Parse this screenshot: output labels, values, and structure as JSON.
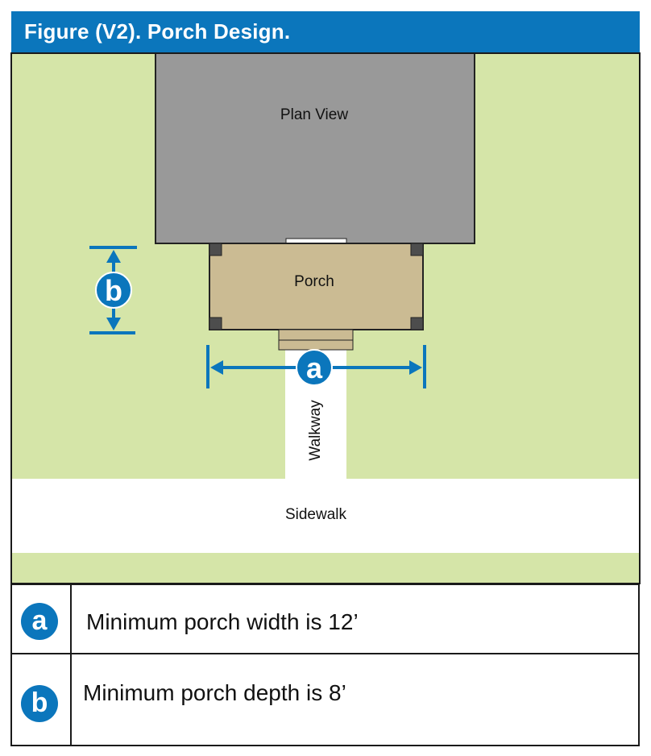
{
  "title": "Figure (V2). Porch Design.",
  "diagram": {
    "house_label": "Plan View",
    "porch_label": "Porch",
    "walkway_label": "Walkway",
    "sidewalk_label": "Sidewalk",
    "dimension_a_letter": "a",
    "dimension_b_letter": "b"
  },
  "legend": {
    "rows": [
      {
        "letter": "a",
        "text": "Minimum porch width is 12’"
      },
      {
        "letter": "b",
        "text": "Minimum porch depth is 8’"
      }
    ]
  },
  "colors": {
    "accent_blue": "#0b76bc",
    "lawn_green": "#d5e5a8",
    "house_gray": "#999999",
    "porch_tan": "#cbbb93",
    "post_dark": "#4d4d4d",
    "sidewalk_white": "#ffffff"
  }
}
